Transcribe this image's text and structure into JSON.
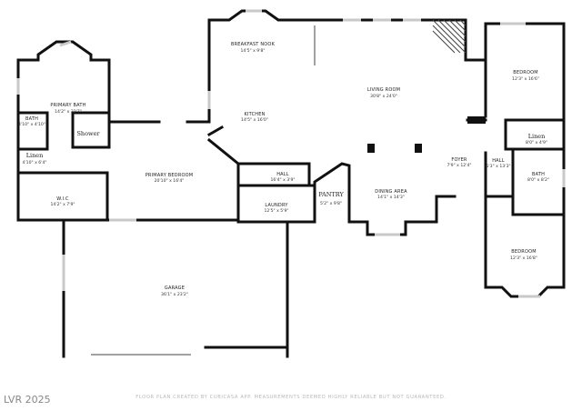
{
  "rooms": {
    "breakfast_nook": {
      "name": "BREAKFAST NOOK",
      "dims": "14'5\" x 9'8\""
    },
    "primary_bath": {
      "name": "PRIMARY BATH",
      "dims": "14'2\" x 22'7\""
    },
    "bath_primary": {
      "name": "BATH",
      "dims": "4'10\" x 4'10\""
    },
    "shower": {
      "name": "Shower"
    },
    "linen_primary": {
      "name": "Linen",
      "dims": "4'10\" x 6'4\""
    },
    "wic": {
      "name": "W.I.C",
      "dims": "14'2\" x 7'9\""
    },
    "primary_bedroom": {
      "name": "PRIMARY BEDROOM",
      "dims": "20'10\" x 16'4\""
    },
    "kitchen": {
      "name": "KITCHEN",
      "dims": "14'5\" x 16'0\""
    },
    "living_room": {
      "name": "LIVING ROOM",
      "dims": "30'8\" x 24'0\""
    },
    "bedroom_top": {
      "name": "BEDROOM",
      "dims": "12'3\" x 16'6\""
    },
    "linen_hall": {
      "name": "Linen",
      "dims": "8'0\" x 4'9\""
    },
    "foyer": {
      "name": "FOYER",
      "dims": "7'9\" x 12'4\""
    },
    "hall_right": {
      "name": "HALL",
      "dims": "5'3\" x 13'3\""
    },
    "bath_right": {
      "name": "BATH",
      "dims": "8'0\" x 8'2\""
    },
    "hall_center": {
      "name": "HALL",
      "dims": "16'4\" x 3'9\""
    },
    "laundry": {
      "name": "LAUNDRY",
      "dims": "12'5\" x 5'9\""
    },
    "pantry": {
      "name": "PANTRY",
      "dims": "5'2\" x 9'8\""
    },
    "dining_area": {
      "name": "DINING AREA",
      "dims": "14'1\" x 14'3\""
    },
    "bedroom_bottom": {
      "name": "BEDROOM",
      "dims": "12'3\" x 16'8\""
    },
    "garage": {
      "name": "GARAGE",
      "dims": "36'1\" x 23'2\""
    }
  },
  "footer": {
    "disclaimer": "FLOOR PLAN CREATED BY CUBICASA APP. MEASUREMENTS DEEMED HIGHLY RELIABLE BUT NOT GUARANTEED."
  },
  "watermark": {
    "text": "LVR 2025"
  }
}
